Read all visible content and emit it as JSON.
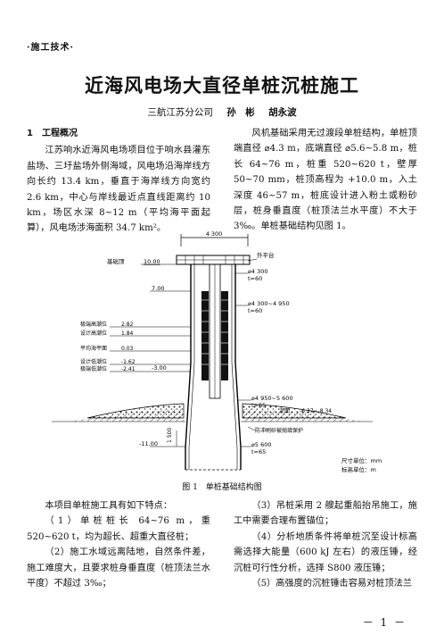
{
  "header": {
    "section_tag": "·施工技术·"
  },
  "article": {
    "title": "近海风电场大直径单桩沉桩施工",
    "affiliation": "三航江苏分公司",
    "author1": "孙　彬",
    "author2": "胡永波"
  },
  "section1": {
    "heading": "1　工程概况",
    "para1": "江苏响水近海风电场项目位于响水县灌东盐场、三圩盐场外侧海域，风电场沿海岸线方向长约 13.4 km，垂直于海岸线方向宽约 2.6 km，中心与岸线最近点直线距离约 10 km，场区水深 8~12 m（平均海平面起算），风电场涉海面积 34.7 km²。",
    "para2": "风机基础采用无过渡段单桩结构，单桩顶端直径 ⌀4.3 m，底端直径 ⌀5.6~5.8 m，桩长 64~76 m，桩重 520~620 t，壁厚 50~70 mm，桩顶高程为 +10.0 m，入土深度 46~57 m，桩底设计进入粉土或粉砂层，桩身垂直度（桩顶法兰水平度）不大于 3‰。单桩基础结构见图 1。"
  },
  "figure": {
    "caption": "图 1　单桩基础结构图",
    "width_label": "4 300",
    "platform_label": "外平台",
    "base_top_label": "基础顶",
    "elev_1000": "10.00",
    "elev_700": "7.00",
    "high_tide_label": "极端高潮位",
    "elev_282": "2.82",
    "design_high_label": "设计高潮位",
    "elev_184": "1.84",
    "mean_sea_label": "平均海平面",
    "elev_003": "0.03",
    "design_low_label": "设计低潮位",
    "elev_162": "-1.62",
    "extreme_low_label": "极端低潮位",
    "elev_241": "-2.41",
    "elev_m300": "-3.00",
    "elev_m1100": "-11.00",
    "d1": "⌀4 300",
    "t1": "t=60",
    "d2": "⌀4 300~4 950",
    "t2": "t=60",
    "d3": "⌀4 950~5 600",
    "t3": "t=65",
    "mudline_label": "泥面",
    "mudline_value": "-6.37~-8.34",
    "scour_label": "防冲刷砂被抛填保护",
    "d4": "⌀5 600",
    "t4": "t=65",
    "dim_1500": "1 500",
    "unit_size": "尺寸单位：mm",
    "unit_elev": "标高单位：m"
  },
  "lower": {
    "intro": "本项目单桩施工具有如下特点：",
    "item1": "（1）单桩桩长 64~76 m，重 520~620 t，均为超长、超重大直径桩；",
    "item2": "（2）施工水域远离陆地，自然条件差，施工难度大，且要求桩身垂直度（桩顶法兰水平度）不超过 3‰；",
    "item3": "（3）吊桩采用 2 艘起重船抬吊施工，施工中需要合理布置锚位；",
    "item4": "（4）分析地质条件将单桩沉至设计标高需选择大能量（600 kJ 左右）的液压锤，经沉桩可行性分析，选择 S800 液压锤；",
    "item5": "（5）高强度的沉桩锤击容易对桩顶法兰"
  },
  "footer": {
    "page_number": "－ 1 －"
  }
}
